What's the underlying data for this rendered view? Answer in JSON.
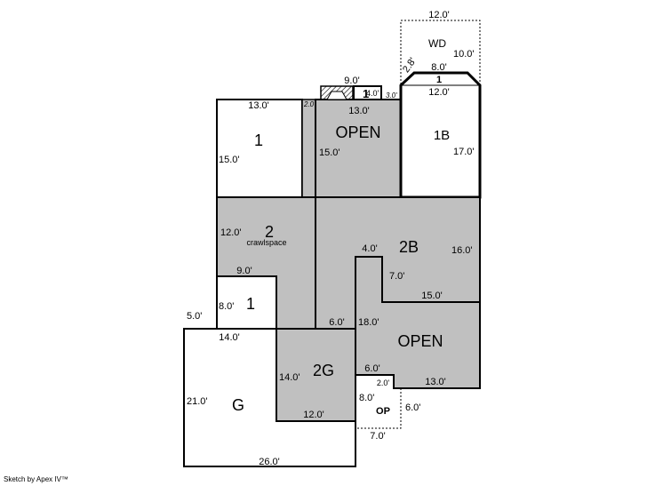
{
  "colors": {
    "living": "#c0c0c0",
    "non_living": "#ffffff",
    "line": "#000000"
  },
  "rooms": {
    "room1_upper": "1",
    "open_upper": "OPEN",
    "bedroom_1b": "1B",
    "wd": "WD",
    "bay": "1",
    "small_box": "1",
    "level2": "2",
    "crawlspace": "crawlspace",
    "level2b": "2B",
    "room1_lower": "1",
    "open_lower": "OPEN",
    "garage_2g": "2G",
    "garage_g": "G",
    "op": "OP"
  },
  "dimensions": {
    "wd_top": "12.0'",
    "wd_side": "10.0'",
    "bay_diag": "2.8'",
    "bay_top": "8.0'",
    "bay_bottom": "12.0'",
    "fireplace_width": "9.0'",
    "small_box": "4.0'",
    "gap": "3.0'",
    "strip": "2.0'",
    "r1_top": "13.0'",
    "r1_side": "15.0'",
    "open_top": "13.0'",
    "open_side": "15.0'",
    "b1_side": "17.0'",
    "l2_side": "12.0'",
    "l2_bottom": "9.0'",
    "b2_notch": "4.0'",
    "b2_side": "16.0'",
    "b2_notch_side": "7.0'",
    "b2_bottom": "15.0'",
    "r1l_side": "8.0'",
    "offset": "5.0'",
    "g_top": "14.0'",
    "col": "6.0'",
    "open_side2": "18.0'",
    "g2_side": "14.0'",
    "open_notch": "6.0'",
    "op_notch": "2.0'",
    "open_bottom": "13.0'",
    "g_side": "21.0'",
    "op_side": "8.0'",
    "op_right": "6.0'",
    "g2_bottom": "12.0'",
    "op_bottom": "7.0'",
    "g_bottom": "26.0'"
  },
  "footer": "Sketch by Apex IV™"
}
